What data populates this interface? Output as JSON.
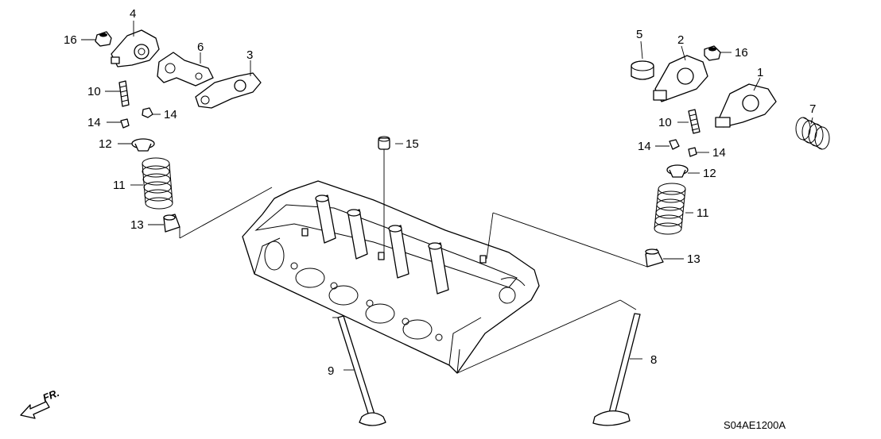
{
  "diagram": {
    "title": "Valve / Rocker Arm exploded view",
    "diagram_code": "S04AE1200A",
    "front_indicator": "FR.",
    "callouts": {
      "c1": "1",
      "c2": "2",
      "c3": "3",
      "c4": "4",
      "c5": "5",
      "c6": "6",
      "c7": "7",
      "c8": "8",
      "c9": "9",
      "c10_left": "10",
      "c10_right": "10",
      "c11_left": "11",
      "c11_right": "11",
      "c12_left": "12",
      "c12_right": "12",
      "c13_left": "13",
      "c13_right": "13",
      "c14_left_a": "14",
      "c14_left_b": "14",
      "c14_right_a": "14",
      "c14_right_b": "14",
      "c15": "15",
      "c16_left": "16",
      "c16_right": "16"
    }
  }
}
